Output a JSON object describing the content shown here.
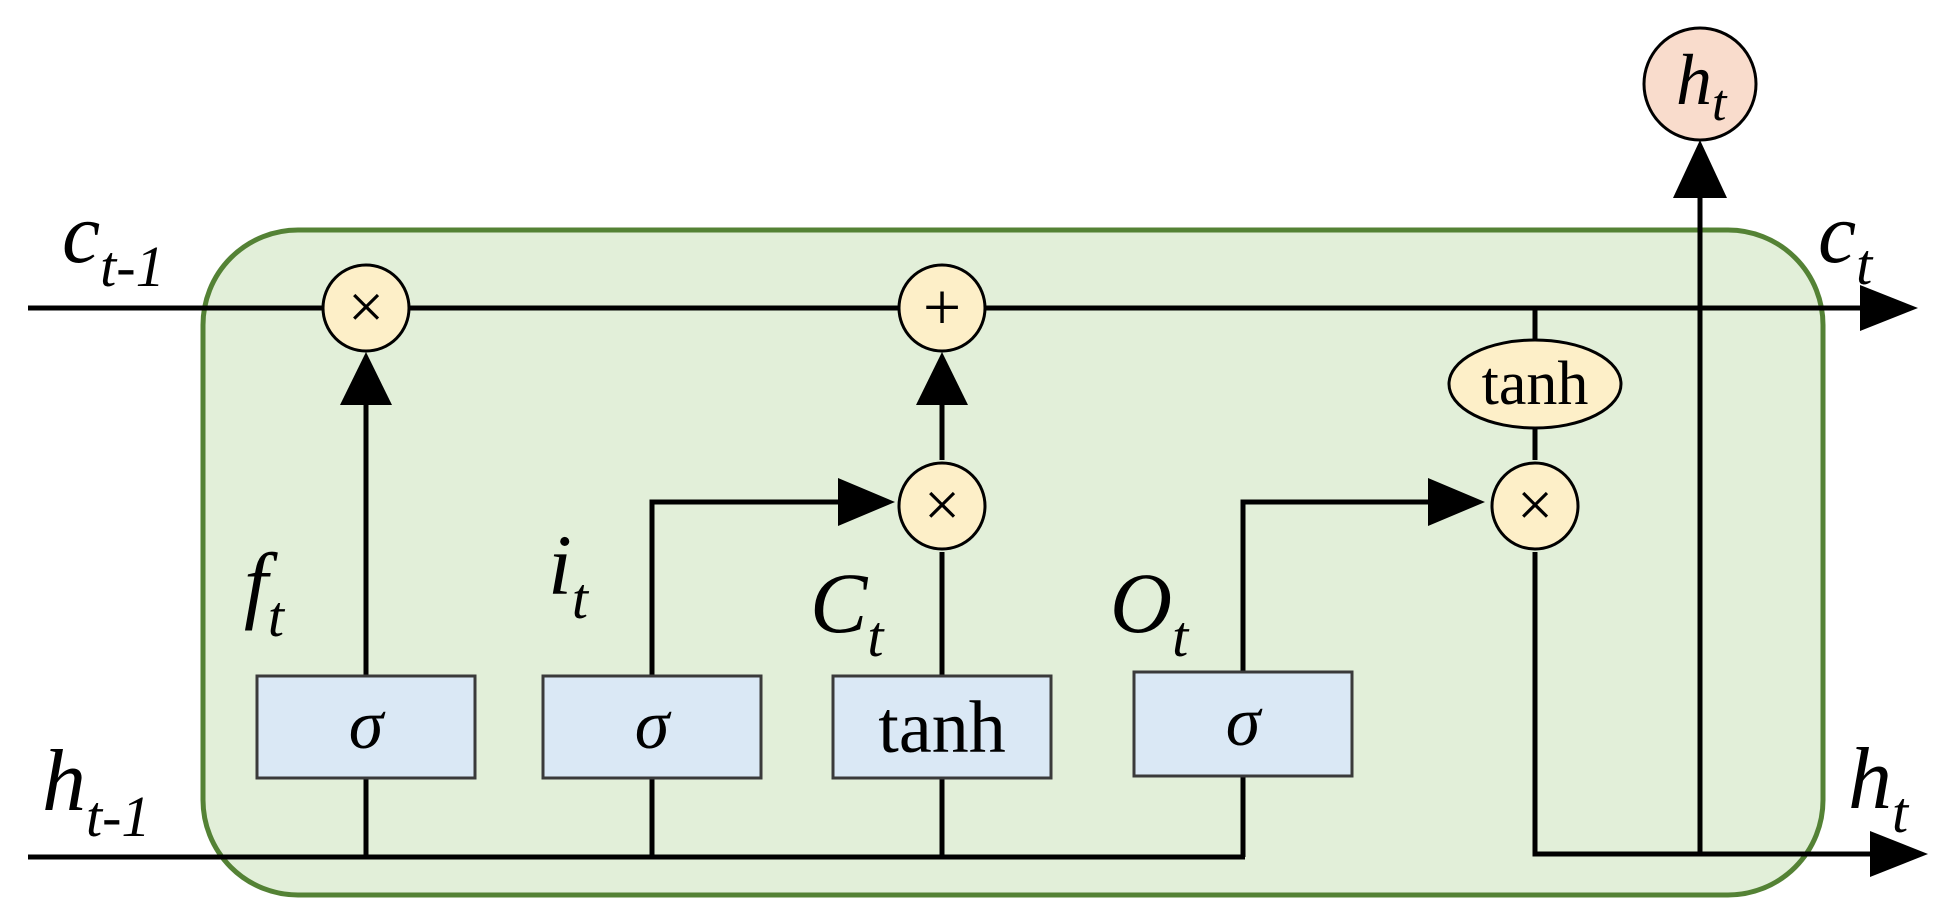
{
  "colors": {
    "cell_fill": "#e2efd9",
    "cell_border": "#548235",
    "gate_fill": "#dae8f5",
    "gate_border": "#3a3a3a",
    "op_fill": "#fdefc8",
    "output_fill": "#f9dccc",
    "line": "#000000"
  },
  "labels": {
    "c_prev": {
      "base": "c",
      "sub": "t-1"
    },
    "h_prev": {
      "base": "h",
      "sub": "t-1"
    },
    "c_next": {
      "base": "c",
      "sub": "t"
    },
    "h_next": {
      "base": "h",
      "sub": "t"
    },
    "h_out": {
      "base": "h",
      "sub": "t"
    },
    "forget": {
      "base": "f",
      "sub": "t"
    },
    "input": {
      "base": "i",
      "sub": "t"
    },
    "candidate": {
      "base": "C",
      "sub": "t"
    },
    "output": {
      "base": "O",
      "sub": "t"
    }
  },
  "gates": {
    "forget_fn": "σ",
    "input_fn": "σ",
    "candidate_fn": "tanh",
    "output_fn": "σ",
    "cell_tanh": "tanh"
  },
  "ops": {
    "forget_mul": "×",
    "cell_add": "+",
    "input_mul": "×",
    "output_mul": "×"
  }
}
